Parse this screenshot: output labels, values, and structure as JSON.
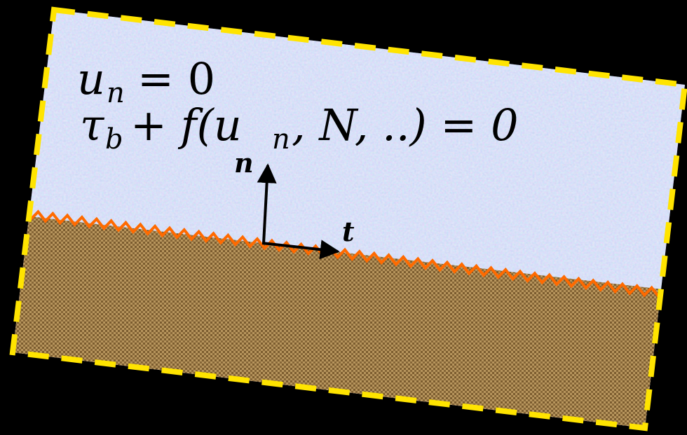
{
  "equations": {
    "line1": {
      "lhs": "u",
      "lhs_sub": "n",
      "rhs": "= 0"
    },
    "line2": {
      "a": "τ",
      "a_sub": "b",
      "b": "+ f(u",
      "b_sub": "n",
      "c": ", N, ..) = 0"
    }
  },
  "vectors": {
    "normal_label": "n",
    "tangent_label": "t"
  },
  "colors": {
    "background": "#000000",
    "ice": "#c3d1f2",
    "bed": "#a9864f",
    "interface": "#ff6a00",
    "domain_border": "#ffe400",
    "arrows": "#000000"
  },
  "icons": {
    "ice_region": "ice-texture",
    "bed_region": "burlap-bed-texture",
    "interface": "zigzag-rough-interface"
  }
}
